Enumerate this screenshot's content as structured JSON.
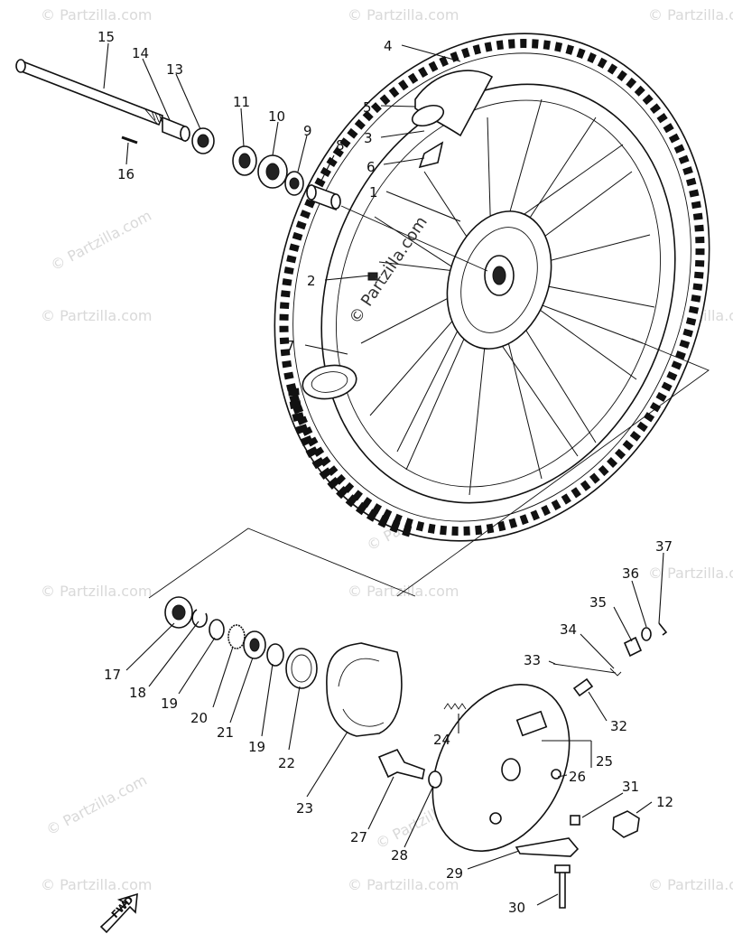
{
  "watermark": {
    "text": "© Partzilla.com",
    "center_text": "© Partzilla.com"
  },
  "direction_label": "FWD",
  "callouts": [
    {
      "id": "1",
      "label": "1"
    },
    {
      "id": "2",
      "label": "2"
    },
    {
      "id": "3",
      "label": "3"
    },
    {
      "id": "4",
      "label": "4"
    },
    {
      "id": "5",
      "label": "5"
    },
    {
      "id": "6",
      "label": "6"
    },
    {
      "id": "7",
      "label": "7"
    },
    {
      "id": "8",
      "label": "8"
    },
    {
      "id": "9",
      "label": "9"
    },
    {
      "id": "10",
      "label": "10"
    },
    {
      "id": "11",
      "label": "11"
    },
    {
      "id": "12",
      "label": "12"
    },
    {
      "id": "13",
      "label": "13"
    },
    {
      "id": "14",
      "label": "14"
    },
    {
      "id": "15",
      "label": "15"
    },
    {
      "id": "16",
      "label": "16"
    },
    {
      "id": "17",
      "label": "17"
    },
    {
      "id": "18",
      "label": "18"
    },
    {
      "id": "19a",
      "label": "19"
    },
    {
      "id": "19b",
      "label": "19"
    },
    {
      "id": "20",
      "label": "20"
    },
    {
      "id": "21",
      "label": "21"
    },
    {
      "id": "22",
      "label": "22"
    },
    {
      "id": "23",
      "label": "23"
    },
    {
      "id": "24",
      "label": "24"
    },
    {
      "id": "25",
      "label": "25"
    },
    {
      "id": "26",
      "label": "26"
    },
    {
      "id": "27",
      "label": "27"
    },
    {
      "id": "28",
      "label": "28"
    },
    {
      "id": "29",
      "label": "29"
    },
    {
      "id": "30",
      "label": "30"
    },
    {
      "id": "31",
      "label": "31"
    },
    {
      "id": "32",
      "label": "32"
    },
    {
      "id": "33",
      "label": "33"
    },
    {
      "id": "34",
      "label": "34"
    },
    {
      "id": "35",
      "label": "35"
    },
    {
      "id": "36",
      "label": "36"
    },
    {
      "id": "37",
      "label": "37"
    }
  ]
}
